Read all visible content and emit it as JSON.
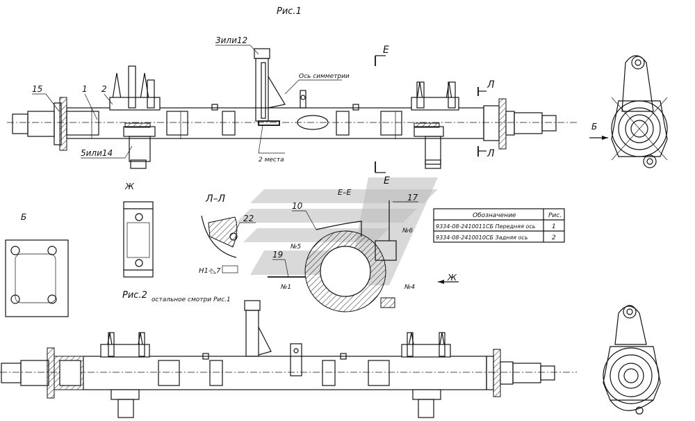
{
  "figures": {
    "fig1_title": "Рис.1",
    "fig2_title": "Рис.2",
    "fig2_note": "остальное смотри Рис.1"
  },
  "callouts": {
    "c15": "15",
    "c1": "1",
    "c2": "2",
    "c3or12": "3или12",
    "c5or14": "5или14",
    "symmetry_axis": "Ось симметрии",
    "two_places": "2 места",
    "c22": "22",
    "c10": "10",
    "c17": "17",
    "c19": "19",
    "n5": "№5",
    "n6": "№6",
    "n1": "№1",
    "n4": "№4",
    "weld": "Н1-◺7"
  },
  "views": {
    "E_top": "Е",
    "E_bottom": "Е",
    "L_top": "Л",
    "L_bottom": "Л",
    "B_arrow": "Б",
    "B_view": "Б",
    "Zh_view": "Ж",
    "Zh_arrow": "Ж",
    "section_LL": "Л–Л",
    "section_EE": "Е–Е"
  },
  "table": {
    "header": [
      "Обозначение",
      "Рис."
    ],
    "rows": [
      [
        "9334-08-2410011СБ Передняя ось",
        "1"
      ],
      [
        "9334-08-2410010СБ Задняя ось",
        "2"
      ]
    ]
  }
}
